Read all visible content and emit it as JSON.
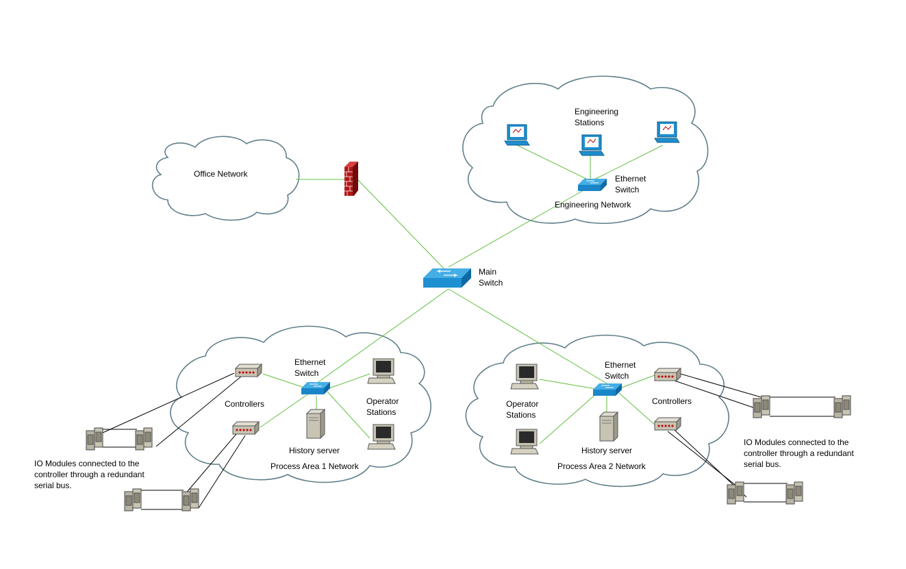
{
  "labels": {
    "office_network": "Office Network",
    "engineering_stations": "Engineering\nStations",
    "eng_ethernet_switch": "Ethernet\nSwitch",
    "engineering_network": "Engineering Network",
    "main_switch": "Main\nSwitch",
    "pa1_ethernet_switch": "Ethernet\nSwitch",
    "pa1_controllers": "Controllers",
    "pa1_operator_stations": "Operator\nStations",
    "pa1_history_server": "History server",
    "pa1_network": "Process Area 1 Network",
    "pa1_io_note": "IO Modules connected to the\ncontroller through a redundant\nserial bus.",
    "pa2_ethernet_switch": "Ethernet\nSwitch",
    "pa2_operator_stations": "Operator\nStations",
    "pa2_controllers": "Controllers",
    "pa2_history_server": "History server",
    "pa2_network": "Process Area 2 Network",
    "pa2_io_note": "IO Modules connected to the\ncontroller through a redundant\nserial bus."
  },
  "colors": {
    "link": "#5fbf3f",
    "cloud_stroke": "#5f7f8a",
    "switch": "#1e8fd0",
    "firewall": "#b01818",
    "device": "#c8c4b4"
  }
}
